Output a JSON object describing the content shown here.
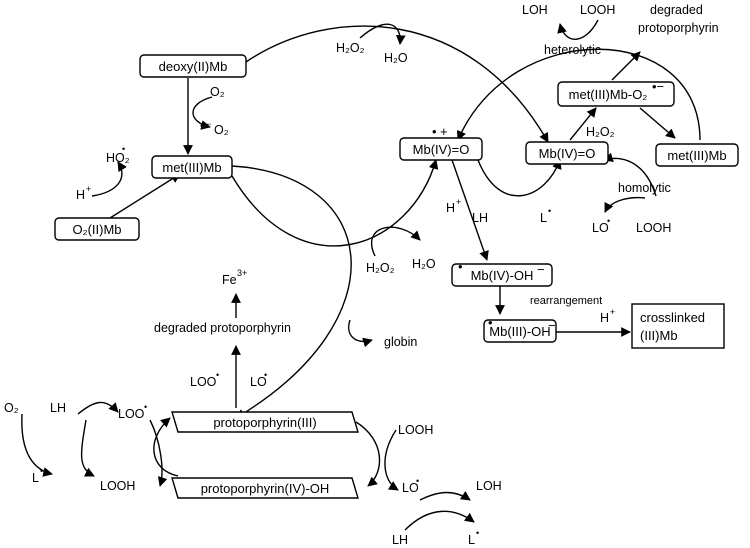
{
  "nodes": {
    "deoxy_mb": "deoxy(II)Mb",
    "met_mb_left": "met(III)Mb",
    "o2_mb": "O₂(II)Mb",
    "mb_iv_o_radical": "Mb(IV)=O",
    "mb_iv_o": "Mb(IV)=O",
    "met_mb_superoxide": "met(III)Mb-O₂",
    "met_mb_right": "met(III)Mb",
    "mb_iv_oh_radical": "Mb(IV)-OH",
    "mb_iii_oh_radical": "Mb(III)-OH",
    "crosslinked_line1": "crosslinked",
    "crosslinked_line2": "(III)Mb",
    "protoporphyrin_iii": "protoporphyrin(III)",
    "protoporphyrin_iv_oh": "protoporphyrin(IV)-OH"
  },
  "labels": {
    "h2o2": "H₂O₂",
    "h2o": "H₂O",
    "o2": "O₂",
    "superoxide": "O₂",
    "ho2": "HO₂",
    "h_plus": "H",
    "loh": "LOH",
    "looh": "LOOH",
    "lh": "LH",
    "l_radical": "L",
    "lo_radical": "LO",
    "loo_radical": "LOO",
    "heterolytic": "heterolytic",
    "homolytic": "homolytic",
    "rearrangement": "rearrangement",
    "degraded_line1": "degraded",
    "degraded_line2": "protoporphyrin",
    "degraded_protoporphyrin": "degraded protoporphyrin",
    "fe3": "Fe",
    "globin": "globin"
  },
  "superscripts": {
    "fe_charge": "3+",
    "plus": "+",
    "minus": "−",
    "radical_dot": "•",
    "superoxide_charge": "•−"
  }
}
